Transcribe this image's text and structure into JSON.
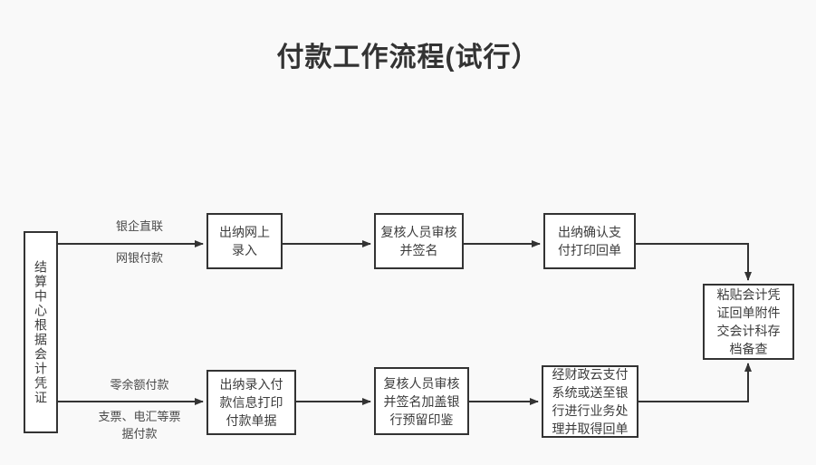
{
  "diagram": {
    "title": "付款工作流程(试行）",
    "colors": {
      "background": "#f9f9f9",
      "node_border": "#333333",
      "node_fill": "#ffffff",
      "connector": "#333333",
      "text": "#3c3c3c"
    },
    "start_node": {
      "id": "start",
      "label": "结算中心根据会计凭证",
      "orientation": "vertical"
    },
    "branches": [
      {
        "id": "top-branch",
        "edge_label_above": "银企直联",
        "edge_label_below": "网银付款",
        "steps": [
          {
            "id": "top-step-1",
            "label": "出纳网上\n录入"
          },
          {
            "id": "top-step-2",
            "label": "复核人员审核\n并签名"
          },
          {
            "id": "top-step-3",
            "label": "出纳确认支\n付打印回单"
          }
        ]
      },
      {
        "id": "bottom-branch",
        "edge_label_above": "零余额付款",
        "edge_label_below": "支票、电汇等票\n据付款",
        "steps": [
          {
            "id": "bottom-step-1",
            "label": "出纳录入付\n款信息打印\n付款单据"
          },
          {
            "id": "bottom-step-2",
            "label": "复核人员审核\n并签名加盖银\n行预留印鉴"
          },
          {
            "id": "bottom-step-3",
            "label": "经财政云支付\n系统或送至银\n行进行业务处\n理并取得回单"
          }
        ]
      }
    ],
    "end_node": {
      "id": "end",
      "label": "粘贴会计凭\n证回单附件\n交会计科存\n档备查"
    }
  }
}
